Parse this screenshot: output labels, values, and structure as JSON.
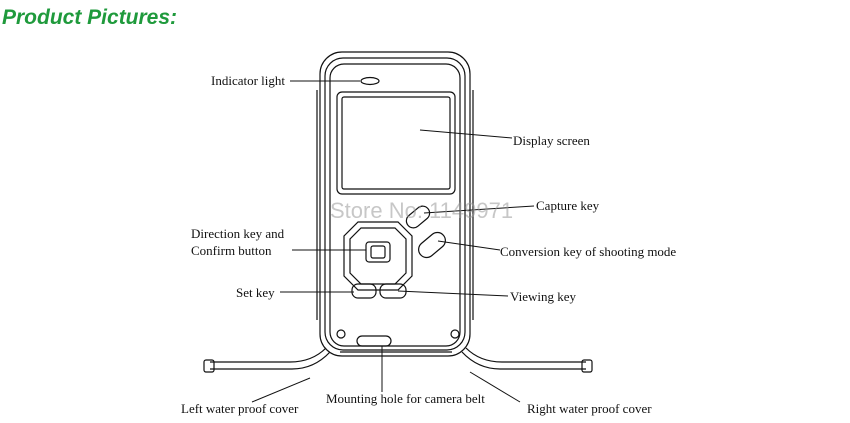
{
  "header": {
    "title": "Product Pictures:"
  },
  "watermark": {
    "text": "Store No: 1149971"
  },
  "labels": {
    "indicator_light": "Indicator light",
    "display_screen": "Display screen",
    "capture_key": "Capture key",
    "direction_key_line1": "Direction key and",
    "direction_key_line2": "Confirm button",
    "conversion_key": "Conversion key of shooting mode",
    "set_key": "Set key",
    "viewing_key": "Viewing key",
    "left_cover": "Left water proof cover",
    "mounting_hole": "Mounting hole for camera belt",
    "right_cover": "Right water proof cover"
  },
  "colors": {
    "title": "#1f9a3c",
    "line": "#111111"
  }
}
